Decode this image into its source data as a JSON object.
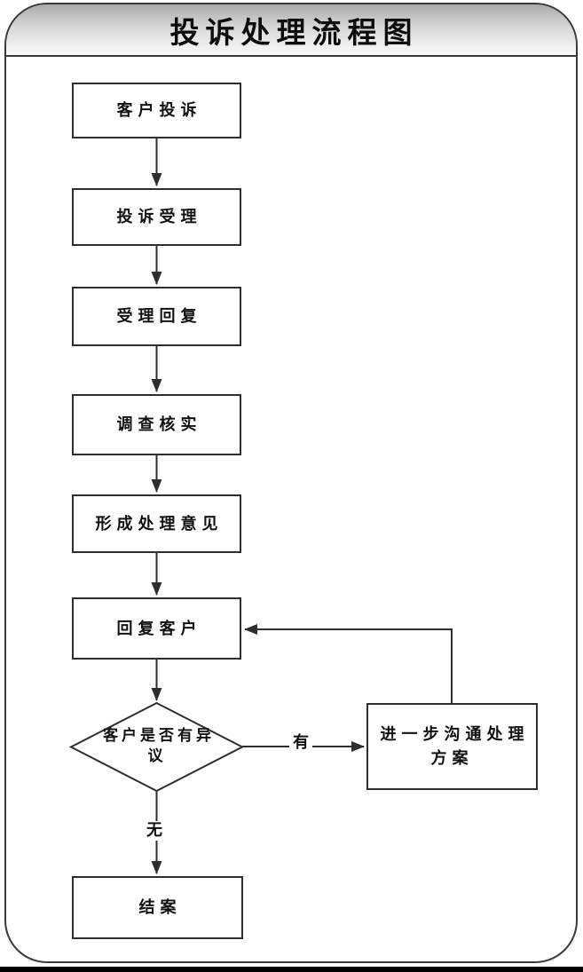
{
  "title": "投诉处理流程图",
  "nodes": {
    "customer_complaint": "客户投诉",
    "complaint_acceptance": "投诉受理",
    "acceptance_reply": "受理回复",
    "investigate_verify": "调查核实",
    "form_opinion": "形成处理意见",
    "reply_customer": "回复客户",
    "decision_objection": "客户是否有异议",
    "further_communication": "进一步沟通处理方案",
    "close_case": "结案"
  },
  "edges": [
    {
      "from": "客户投诉",
      "to": "投诉受理"
    },
    {
      "from": "投诉受理",
      "to": "受理回复"
    },
    {
      "from": "受理回复",
      "to": "调查核实"
    },
    {
      "from": "调查核实",
      "to": "形成处理意见"
    },
    {
      "from": "形成处理意见",
      "to": "回复客户"
    },
    {
      "from": "回复客户",
      "to": "客户是否有异议"
    },
    {
      "from": "客户是否有异议",
      "to": "进一步沟通处理方案",
      "label": "有"
    },
    {
      "from": "进一步沟通处理方案",
      "to": "回复客户"
    },
    {
      "from": "客户是否有异议",
      "to": "结案",
      "label": "无"
    }
  ],
  "colors": {
    "line": "#2e2e2e",
    "node_fill": "#ffffff",
    "banner_top": "#a9a9a9",
    "banner_bottom": "#fbfbfb",
    "text": "#111111"
  }
}
